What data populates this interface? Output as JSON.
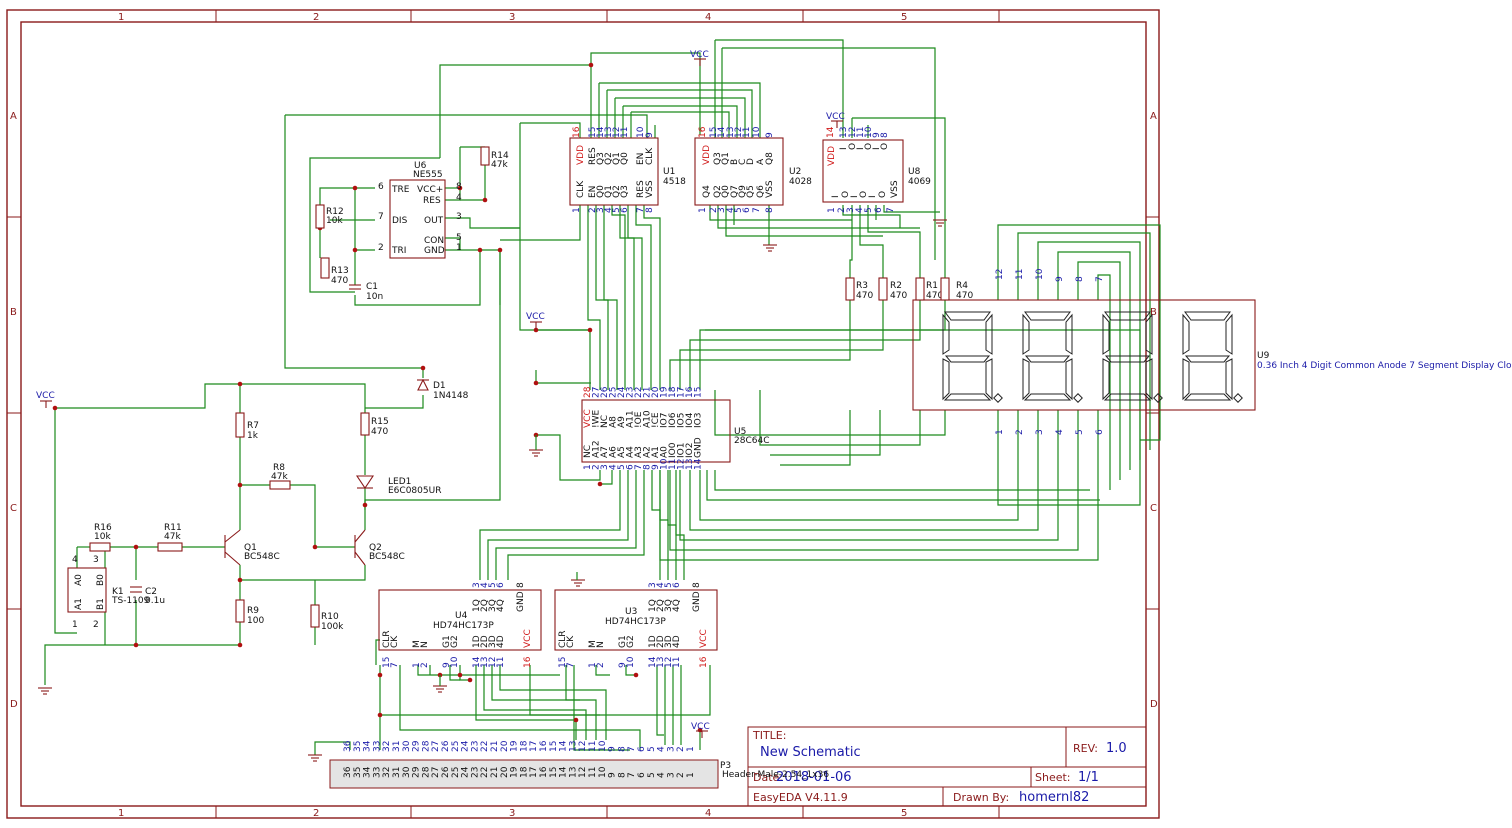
{
  "frame": {
    "col_numbers": [
      "1",
      "2",
      "3",
      "4",
      "5"
    ],
    "row_letters": [
      "A",
      "B",
      "C",
      "D"
    ]
  },
  "title_block": {
    "title_label": "TITLE:",
    "title_value": "New Schematic",
    "rev_label": "REV:",
    "rev_value": "1.0",
    "date_label": "Date:",
    "date_value": "2018-01-06",
    "sheet_label": "Sheet:",
    "sheet_value": "1/1",
    "tool": "EasyEDA V4.11.9",
    "drawn_label": "Drawn By:",
    "drawn_value": "homernl82"
  },
  "power": {
    "vcc": "VCC"
  },
  "components": {
    "u6": {
      "ref": "U6",
      "value": "NE555",
      "pins": {
        "tre": "TRE",
        "vcc": "VCC+",
        "res": "RES",
        "dis": "DIS",
        "out": "OUT",
        "con": "CON",
        "tri": "TRI",
        "gnd": "GND"
      },
      "nums": [
        "6",
        "8",
        "4",
        "7",
        "3",
        "5",
        "2",
        "1"
      ]
    },
    "u1": {
      "ref": "U1",
      "value": "4518",
      "top_pins": [
        "VDD",
        "RES",
        "Q3",
        "Q2",
        "Q1",
        "Q0",
        "EN",
        "CLK"
      ],
      "top_nums": [
        "16",
        "15",
        "14",
        "13",
        "12",
        "11",
        "10",
        "9"
      ],
      "bottom_pins": [
        "CLK",
        "EN",
        "Q0",
        "Q1",
        "Q2",
        "Q3",
        "RES",
        "VSS"
      ],
      "bottom_nums": [
        "1",
        "2",
        "3",
        "4",
        "5",
        "6",
        "7",
        "8"
      ]
    },
    "u2": {
      "ref": "U2",
      "value": "4028",
      "top_pins": [
        "VDD",
        "Q3",
        "Q1",
        "B",
        "C",
        "D",
        "A",
        "Q8"
      ],
      "top_nums": [
        "16",
        "15",
        "14",
        "13",
        "12",
        "11",
        "10",
        "9"
      ],
      "bottom_pins": [
        "Q4",
        "Q2",
        "Q0",
        "Q7",
        "Q9",
        "Q5",
        "Q6",
        "VSS"
      ],
      "bottom_nums": [
        "1",
        "2",
        "3",
        "4",
        "5",
        "6",
        "7",
        "8"
      ]
    },
    "u8": {
      "ref": "U8",
      "value": "4069",
      "top_pins": [
        "VDD",
        "I",
        "O",
        "I",
        "O",
        "I",
        "O"
      ],
      "top_nums": [
        "14",
        "13",
        "12",
        "11",
        "10",
        "9",
        "8"
      ],
      "bottom_pins": [
        "I",
        "O",
        "I",
        "O",
        "I",
        "O",
        "VSS"
      ],
      "bottom_nums": [
        "1",
        "2",
        "3",
        "4",
        "5",
        "6",
        "7"
      ]
    },
    "u5": {
      "ref": "U5",
      "value": "28C64C",
      "top_pins": [
        "VCC",
        "!WE",
        "NC",
        "A8",
        "A9",
        "A11",
        "!OE",
        "A10",
        "!CE",
        "IO7",
        "IO6",
        "IO5",
        "IO4",
        "IO3"
      ],
      "top_nums": [
        "28",
        "27",
        "26",
        "25",
        "24",
        "23",
        "22",
        "21",
        "20",
        "19",
        "18",
        "17",
        "16",
        "15"
      ],
      "bottom_pins": [
        "NC",
        "A12",
        "A7",
        "A6",
        "A5",
        "A4",
        "A3",
        "A2",
        "A1",
        "A0",
        "IO0",
        "IO1",
        "IO2",
        "GND"
      ],
      "bottom_nums": [
        "1",
        "2",
        "3",
        "4",
        "5",
        "6",
        "7",
        "8",
        "9",
        "10",
        "11",
        "12",
        "13",
        "14"
      ]
    },
    "u4": {
      "ref": "U4",
      "value": "HD74HC173P",
      "top_pins": [
        "1Q",
        "2Q",
        "3Q",
        "4Q",
        "GND"
      ],
      "top_nums": [
        "3",
        "4",
        "5",
        "6",
        "8"
      ],
      "bottom_pins": [
        "CLR",
        "CK",
        "M",
        "N",
        "G1",
        "G2",
        "1D",
        "2D",
        "3D",
        "4D",
        "VCC"
      ],
      "bottom_nums": [
        "15",
        "7",
        "1",
        "2",
        "9",
        "10",
        "14",
        "13",
        "12",
        "11",
        "16"
      ]
    },
    "u3": {
      "ref": "U3",
      "value": "HD74HC173P",
      "top_pins": [
        "1Q",
        "2Q",
        "3Q",
        "4Q",
        "GND"
      ],
      "top_nums": [
        "3",
        "4",
        "5",
        "6",
        "8"
      ],
      "bottom_pins": [
        "CLR",
        "CK",
        "M",
        "N",
        "G1",
        "G2",
        "1D",
        "2D",
        "3D",
        "4D",
        "VCC"
      ],
      "bottom_nums": [
        "15",
        "7",
        "1",
        "2",
        "9",
        "10",
        "14",
        "13",
        "12",
        "11",
        "16"
      ]
    },
    "u9": {
      "ref": "U9",
      "value": "0.36 Inch 4 Digit Common Anode 7 Segment Display Clock",
      "top_nums": [
        "12",
        "11",
        "10",
        "9",
        "8",
        "7"
      ],
      "bottom_nums": [
        "1",
        "2",
        "3",
        "4",
        "5",
        "6"
      ]
    },
    "p3": {
      "ref": "P3",
      "value": "Header-Male-2.54_1x36"
    },
    "r14": {
      "ref": "R14",
      "value": "47k"
    },
    "r12": {
      "ref": "R12",
      "value": "10k"
    },
    "r13": {
      "ref": "R13",
      "value": "470"
    },
    "c1": {
      "ref": "C1",
      "value": "10n"
    },
    "r3": {
      "ref": "R3",
      "value": "470"
    },
    "r2": {
      "ref": "R2",
      "value": "470"
    },
    "r1": {
      "ref": "R1",
      "value": "470"
    },
    "r4": {
      "ref": "R4",
      "value": "470"
    },
    "d1": {
      "ref": "D1",
      "value": "1N4148"
    },
    "r7": {
      "ref": "R7",
      "value": "1k"
    },
    "r15": {
      "ref": "R15",
      "value": "470"
    },
    "r8": {
      "ref": "R8",
      "value": "47k"
    },
    "led1": {
      "ref": "LED1",
      "value": "E6C0805UR"
    },
    "r16": {
      "ref": "R16",
      "value": "10k"
    },
    "r11": {
      "ref": "R11",
      "value": "47k"
    },
    "q1": {
      "ref": "Q1",
      "value": "BC548C"
    },
    "q2": {
      "ref": "Q2",
      "value": "BC548C"
    },
    "k1": {
      "ref": "K1",
      "value": "TS-1109",
      "pins": [
        "A0",
        "A1",
        "B0",
        "B1"
      ],
      "nums": [
        "4",
        "3",
        "1",
        "2"
      ]
    },
    "c2": {
      "ref": "C2",
      "value": "0.1u"
    },
    "r9": {
      "ref": "R9",
      "value": "100"
    },
    "r10": {
      "ref": "R10",
      "value": "100k"
    }
  }
}
